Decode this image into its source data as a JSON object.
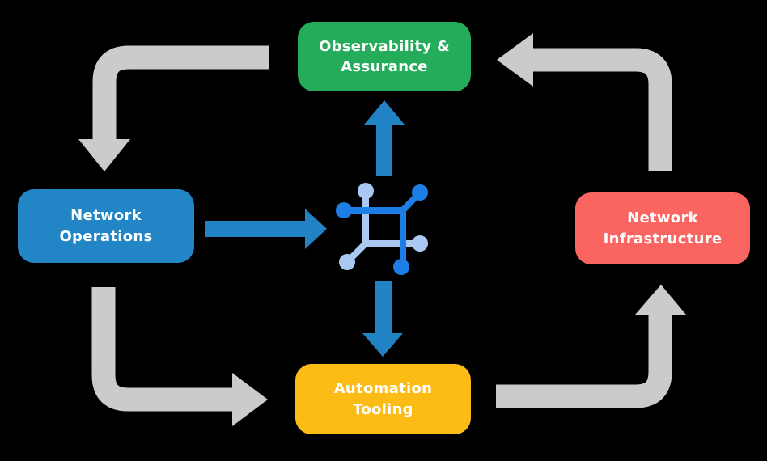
{
  "diagram": {
    "background_color": "#000000",
    "text_color": "#FFFFFF",
    "nodes": {
      "observability": {
        "label": "Observability & Assurance",
        "lines": [
          "Observability &",
          "Assurance"
        ],
        "color": "#24AC5B",
        "position": "top-center"
      },
      "operations": {
        "label": "Network Operations",
        "lines": [
          "Network",
          "Operations"
        ],
        "color": "#2185C6",
        "position": "middle-left"
      },
      "infrastructure": {
        "label": "Network Infrastructure",
        "lines": [
          "Network",
          "Infrastructure"
        ],
        "color": "#FA6562",
        "position": "middle-right"
      },
      "tooling": {
        "label": "Automation Tooling",
        "lines": [
          "Automation",
          "Tooling"
        ],
        "color": "#FDBC15",
        "position": "bottom-center"
      }
    },
    "center_icon": {
      "name": "network-platform-icon",
      "color_primary": "#1D7EE5",
      "color_secondary": "#A9C9F3"
    },
    "cycle_arrows": {
      "color": "#CBCBCB",
      "flows": [
        "observability -> operations",
        "operations -> tooling",
        "tooling -> infrastructure",
        "infrastructure -> observability"
      ]
    },
    "center_arrows": {
      "color": "#2182C4",
      "flows": [
        "operations -> center-icon",
        "center-icon -> observability",
        "center-icon -> tooling"
      ]
    }
  }
}
